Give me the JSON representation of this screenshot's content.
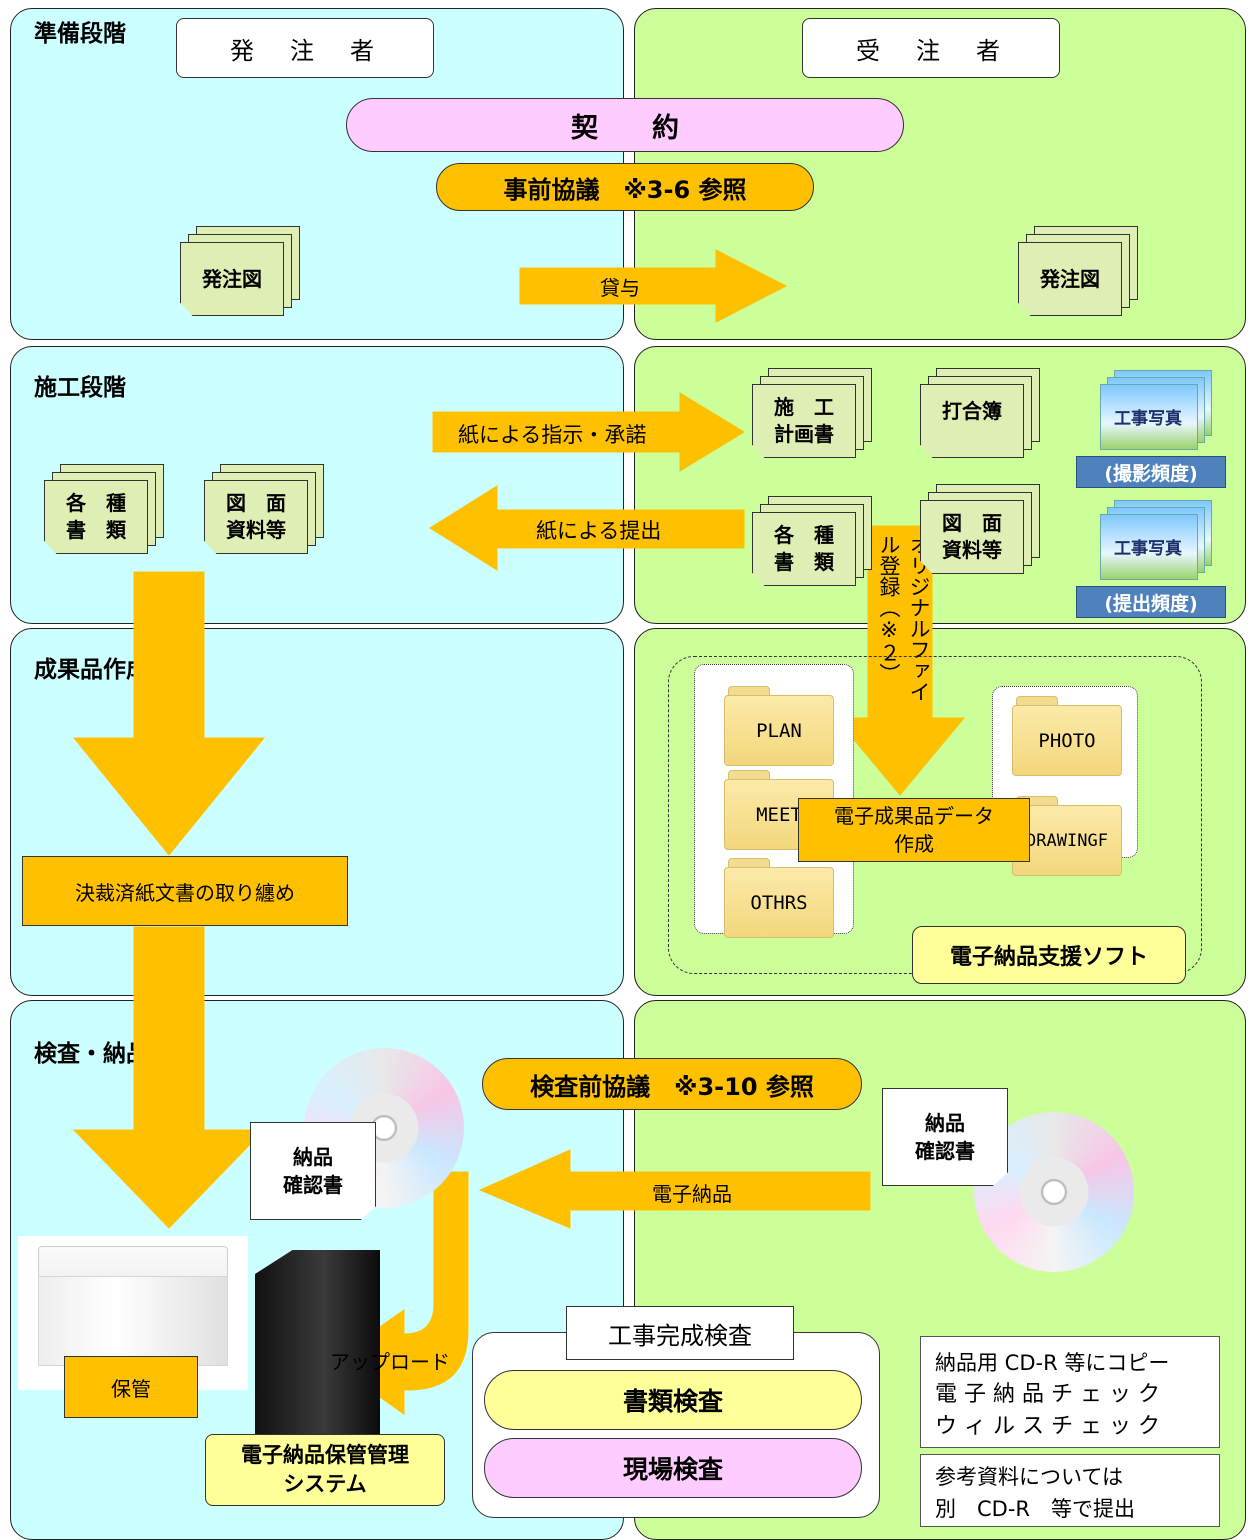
{
  "stages": {
    "prep": "準備段階",
    "construction": "施工段階",
    "deliverable": "成果品作成段階",
    "inspection": "検査・納品段階"
  },
  "roles": {
    "orderer": "発　注　者",
    "contractor": "受　注　者"
  },
  "prep": {
    "contract": "契　　約",
    "pre_consult": "事前協議　※3-6 参照",
    "drawing_left": "発注図",
    "drawing_right": "発注図",
    "lend": "貸与"
  },
  "construction": {
    "paper_instruction": "紙による指示・承諾",
    "paper_submit": "紙による提出",
    "plan_doc": "施　工\n計画書",
    "meeting_book": "打合簿",
    "docs_left": "各　種\n書　類",
    "drawings_left": "図　面\n資料等",
    "docs_right": "各　種\n書　類",
    "drawings_right": "図　面\n資料等",
    "photo_label": "工事写真",
    "photo_label_2": "工事写真",
    "shoot_freq": "(撮影頻度)",
    "submit_freq": "(提出頻度)",
    "original_register": "オリジナルファイル登録（※２）"
  },
  "deliverable": {
    "folders": [
      "PLAN",
      "MEET",
      "OTHRS",
      "PHOTO",
      "DRAWINGF"
    ],
    "create_data": "電子成果品データ\n作成",
    "support_soft": "電子納品支援ソフト",
    "compile": "決裁済紙文書の取り纏め"
  },
  "inspection": {
    "pre_inspection": "検査前協議　※3-10 参照",
    "confirm_left": "納品\n確認書",
    "confirm_right": "納品\n確認書",
    "e_delivery": "電子納品",
    "upload": "アップロード",
    "storage": "保管",
    "system": "電子納品保管管理\nシステム",
    "completion": "工事完成検査",
    "doc_inspection": "書類検査",
    "site_inspection": "現場検査",
    "copy_note": [
      "納品用 CD-R 等にコピー",
      "電 子 納 品 チ ェ ッ ク",
      "ウ ィ ル ス チ ェ ッ ク"
    ],
    "ref_note": [
      "参考資料については",
      "別　CD-R　等で提出"
    ]
  },
  "colors": {
    "orderer_bg": "#ccffff",
    "contractor_bg": "#ccff99",
    "arrow": "#ffc000",
    "contract_pill": "#ffccff",
    "soft_label": "#ffff99",
    "doc_page": "#dfeeb5",
    "photo_tag": "#4f81bd"
  }
}
